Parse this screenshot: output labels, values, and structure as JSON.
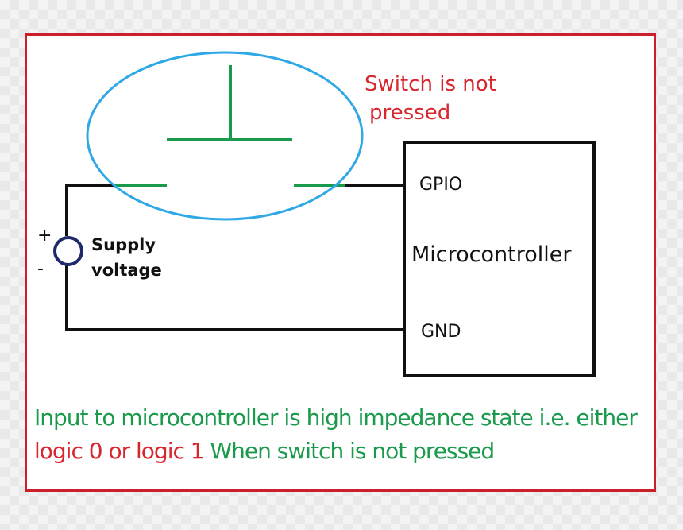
{
  "colors": {
    "border": "#cc1f2b",
    "wire": "#111111",
    "switch_contact": "#1a9a4c",
    "highlight_ellipse": "#2ea8e6",
    "supply_ring": "#1f2a6b",
    "note_red": "#d7262e",
    "caption_green": "#1a9a4c"
  },
  "diagram": {
    "switch_note": {
      "line1": "Switch is  not",
      "line2": "pressed"
    },
    "microcontroller": {
      "name": "Microcontroller",
      "pin_gpio": "GPIO",
      "pin_gnd": "GND"
    },
    "supply": {
      "line1": "Supply",
      "line2": "voltage",
      "plus": "+",
      "minus": "-"
    }
  },
  "caption": {
    "part1": "Input to microcontroller is high impedance state i.e. either ",
    "part2": "logic 0 or logic 1",
    "part3": " When switch is not pressed"
  }
}
